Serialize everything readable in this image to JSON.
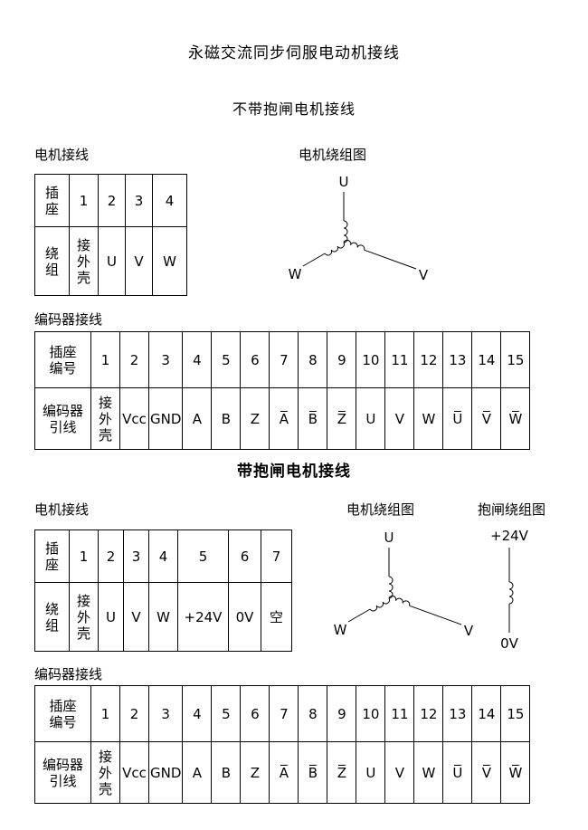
{
  "doc": {
    "title": "永磁交流同步伺服电动机接线"
  },
  "no_brake": {
    "section_title": "不带抱闸电机接线",
    "motor_label": "电机接线",
    "winding_diagram_label": "电机绕组图",
    "motor_table": {
      "row1": [
        "插\n座",
        "1",
        "2",
        "3",
        "4"
      ],
      "row2": [
        "绕\n组",
        "接\n外\n壳",
        "U",
        "V",
        "W"
      ]
    },
    "encoder_label": "编码器接线",
    "encoder_table": {
      "row1": [
        "插座\n编号",
        "1",
        "2",
        "3",
        "4",
        "5",
        "6",
        "7",
        "8",
        "9",
        "10",
        "11",
        "12",
        "13",
        "14",
        "15"
      ],
      "row2": [
        "编码器\n引线",
        "接\n外\n壳",
        "Vcc",
        "GND",
        "A",
        "B",
        "Z",
        "A̅",
        "B̅",
        "Z̅",
        "U",
        "V",
        "W",
        "U̅",
        "V̅",
        "W̅"
      ]
    },
    "winding_diagram": {
      "top_label": "U",
      "left_label": "W",
      "right_label": "V"
    }
  },
  "with_brake": {
    "section_title": "带抱闸电机接线",
    "motor_label": "电机接线",
    "winding_diagram_label": "电机绕组图",
    "brake_diagram_label": "抱闸绕组图",
    "motor_table": {
      "row1": [
        "插\n座",
        "1",
        "2",
        "3",
        "4",
        "5",
        "6",
        "7"
      ],
      "row2": [
        "绕\n组",
        "接\n外\n壳",
        "U",
        "V",
        "W",
        "+24V",
        "0V",
        "空"
      ]
    },
    "encoder_label": "编码器接线",
    "encoder_table": {
      "row1": [
        "插座\n编号",
        "1",
        "2",
        "3",
        "4",
        "5",
        "6",
        "7",
        "8",
        "9",
        "10",
        "11",
        "12",
        "13",
        "14",
        "15"
      ],
      "row2": [
        "编码器\n引线",
        "接\n外\n壳",
        "Vcc",
        "GND",
        "A",
        "B",
        "Z",
        "A̅",
        "B̅",
        "Z̅",
        "U",
        "V",
        "W",
        "U̅",
        "V̅",
        "W̅"
      ]
    },
    "winding_diagram": {
      "top_label": "U",
      "left_label": "W",
      "right_label": "V"
    },
    "brake_diagram": {
      "top_label": "+24V",
      "bottom_label": "0V"
    }
  }
}
